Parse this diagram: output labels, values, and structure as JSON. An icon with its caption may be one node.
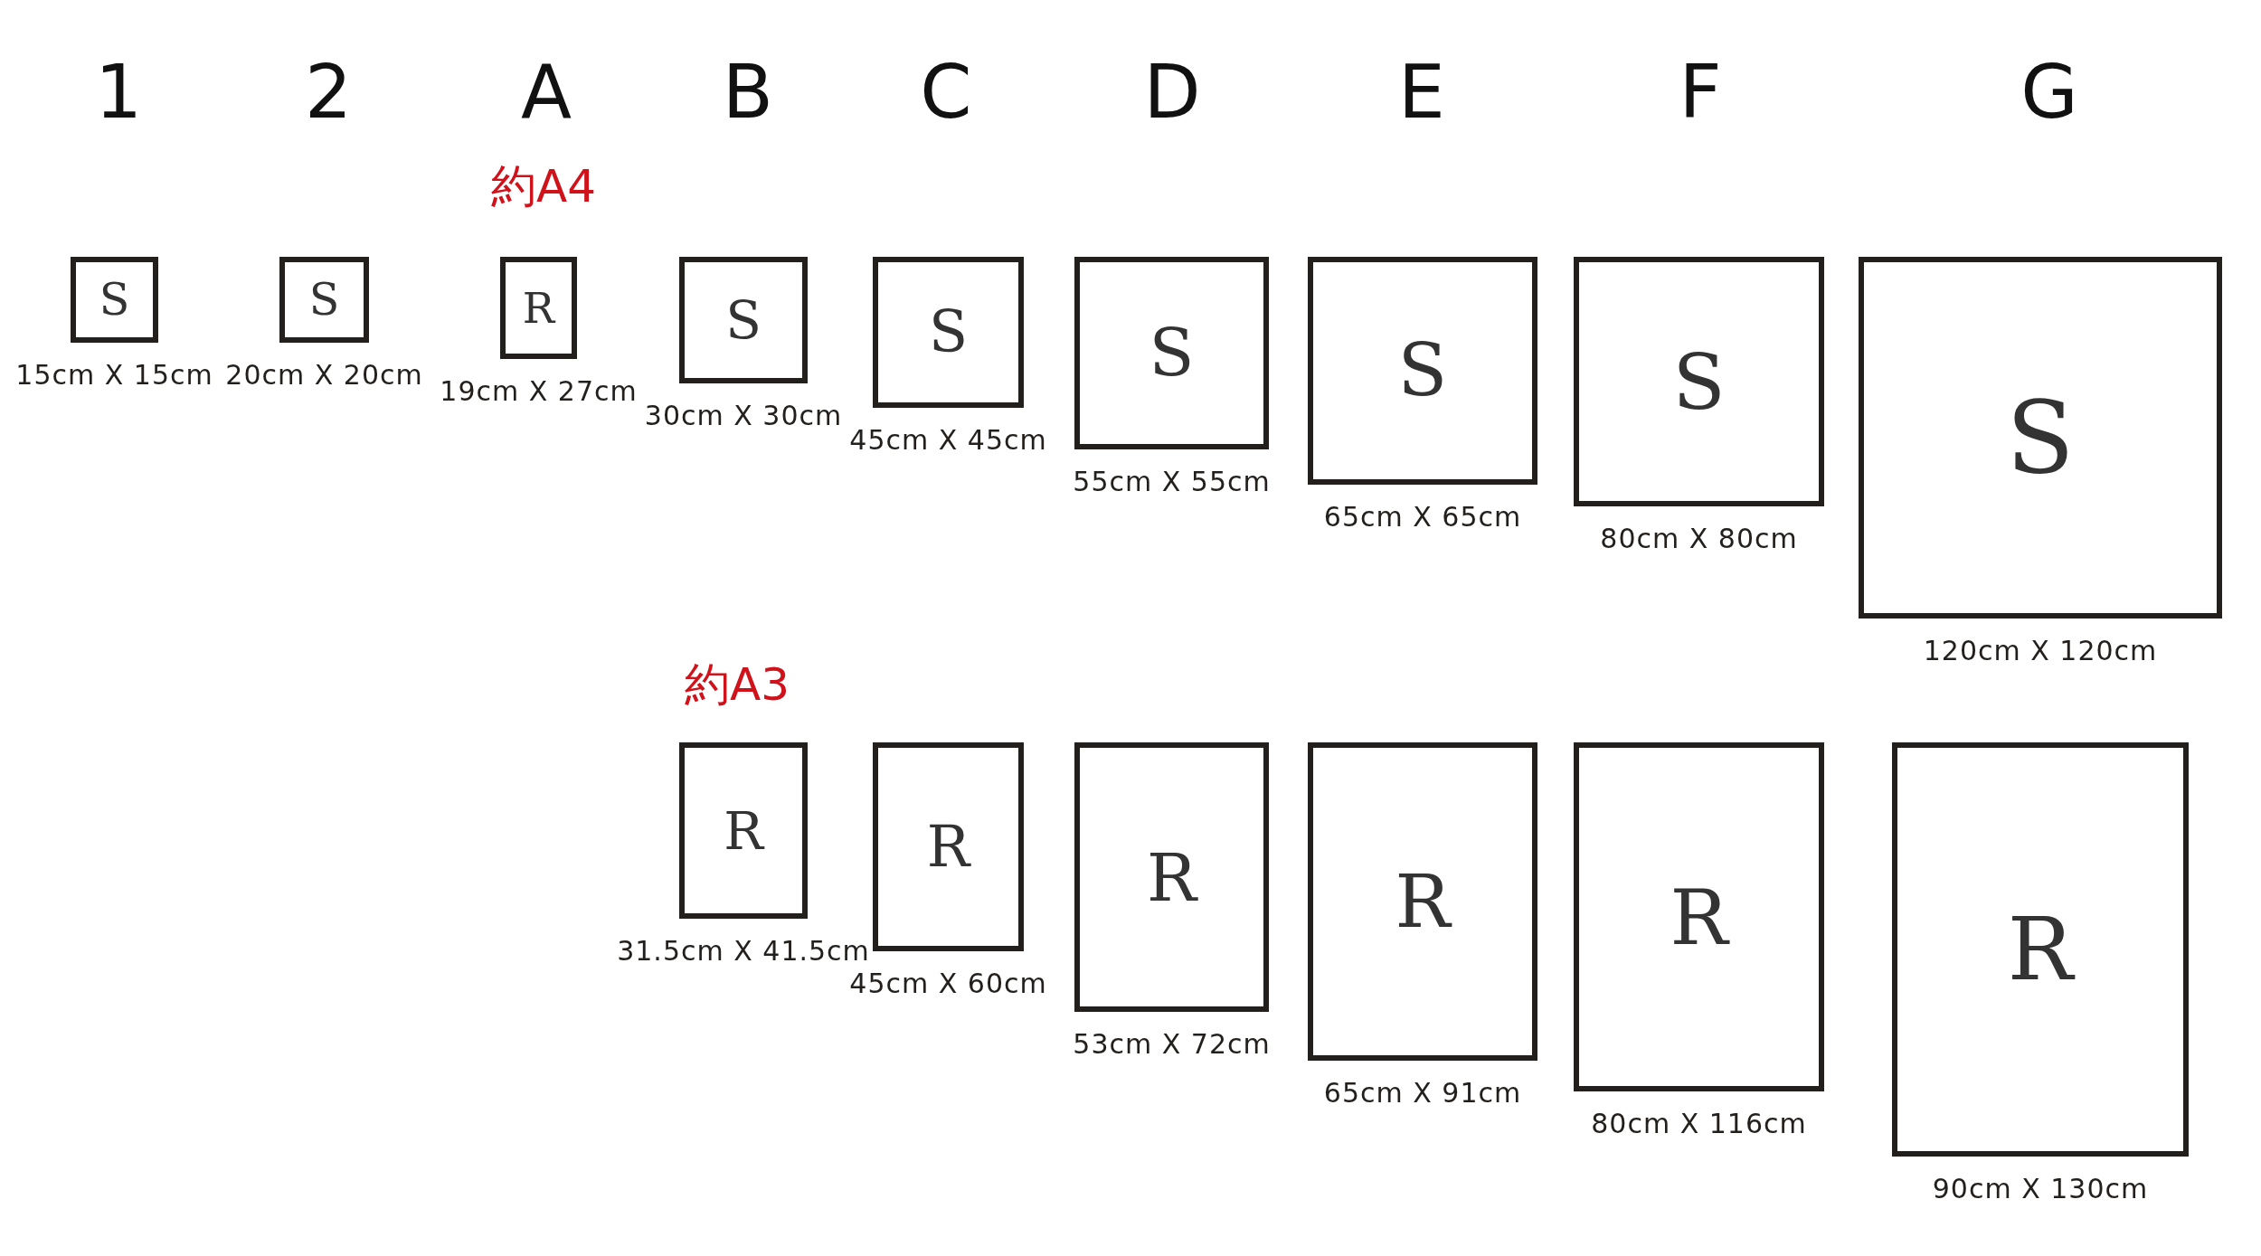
{
  "diagram": {
    "nodes": [
      {
        "text": [
          "S"
        ],
        "beside": [
          "15cm X 15cm"
        ]
      },
      {
        "text": [
          "S"
        ],
        "beside": [
          "20cm X 20cm"
        ]
      },
      {
        "text": [
          "R"
        ],
        "beside": [
          "19cm X 27cm"
        ]
      },
      {
        "text": [
          "S"
        ],
        "beside": [
          "30cm X 30cm"
        ]
      },
      {
        "text": [
          "S"
        ],
        "beside": [
          "45cm X 45cm"
        ]
      },
      {
        "text": [
          "S"
        ],
        "beside": [
          "55cm X 55cm"
        ]
      },
      {
        "text": [
          "S"
        ],
        "beside": [
          "65cm X 65cm"
        ]
      },
      {
        "text": [
          "S"
        ],
        "beside": [
          "80cm X 80cm"
        ]
      },
      {
        "text": [
          "S"
        ],
        "beside": [
          "120cm X 120cm"
        ]
      },
      {
        "text": [
          "R"
        ],
        "beside": [
          "31.5cm X 41.5cm"
        ]
      },
      {
        "text": [
          "R"
        ],
        "beside": [
          "45cm X 60cm"
        ]
      },
      {
        "text": [
          "R"
        ],
        "beside": [
          "53cm X 72cm"
        ]
      },
      {
        "text": [
          "R"
        ],
        "beside": [
          "65cm X 91cm"
        ]
      },
      {
        "text": [
          "R"
        ],
        "beside": [
          "80cm X 116cm"
        ]
      },
      {
        "text": [
          "R"
        ],
        "beside": [
          "90cm X 130cm"
        ]
      }
    ],
    "edges": [],
    "labels": [
      "1",
      "2",
      "A",
      "B",
      "C",
      "D",
      "E",
      "F",
      "G",
      "約A4",
      "約A3"
    ]
  }
}
